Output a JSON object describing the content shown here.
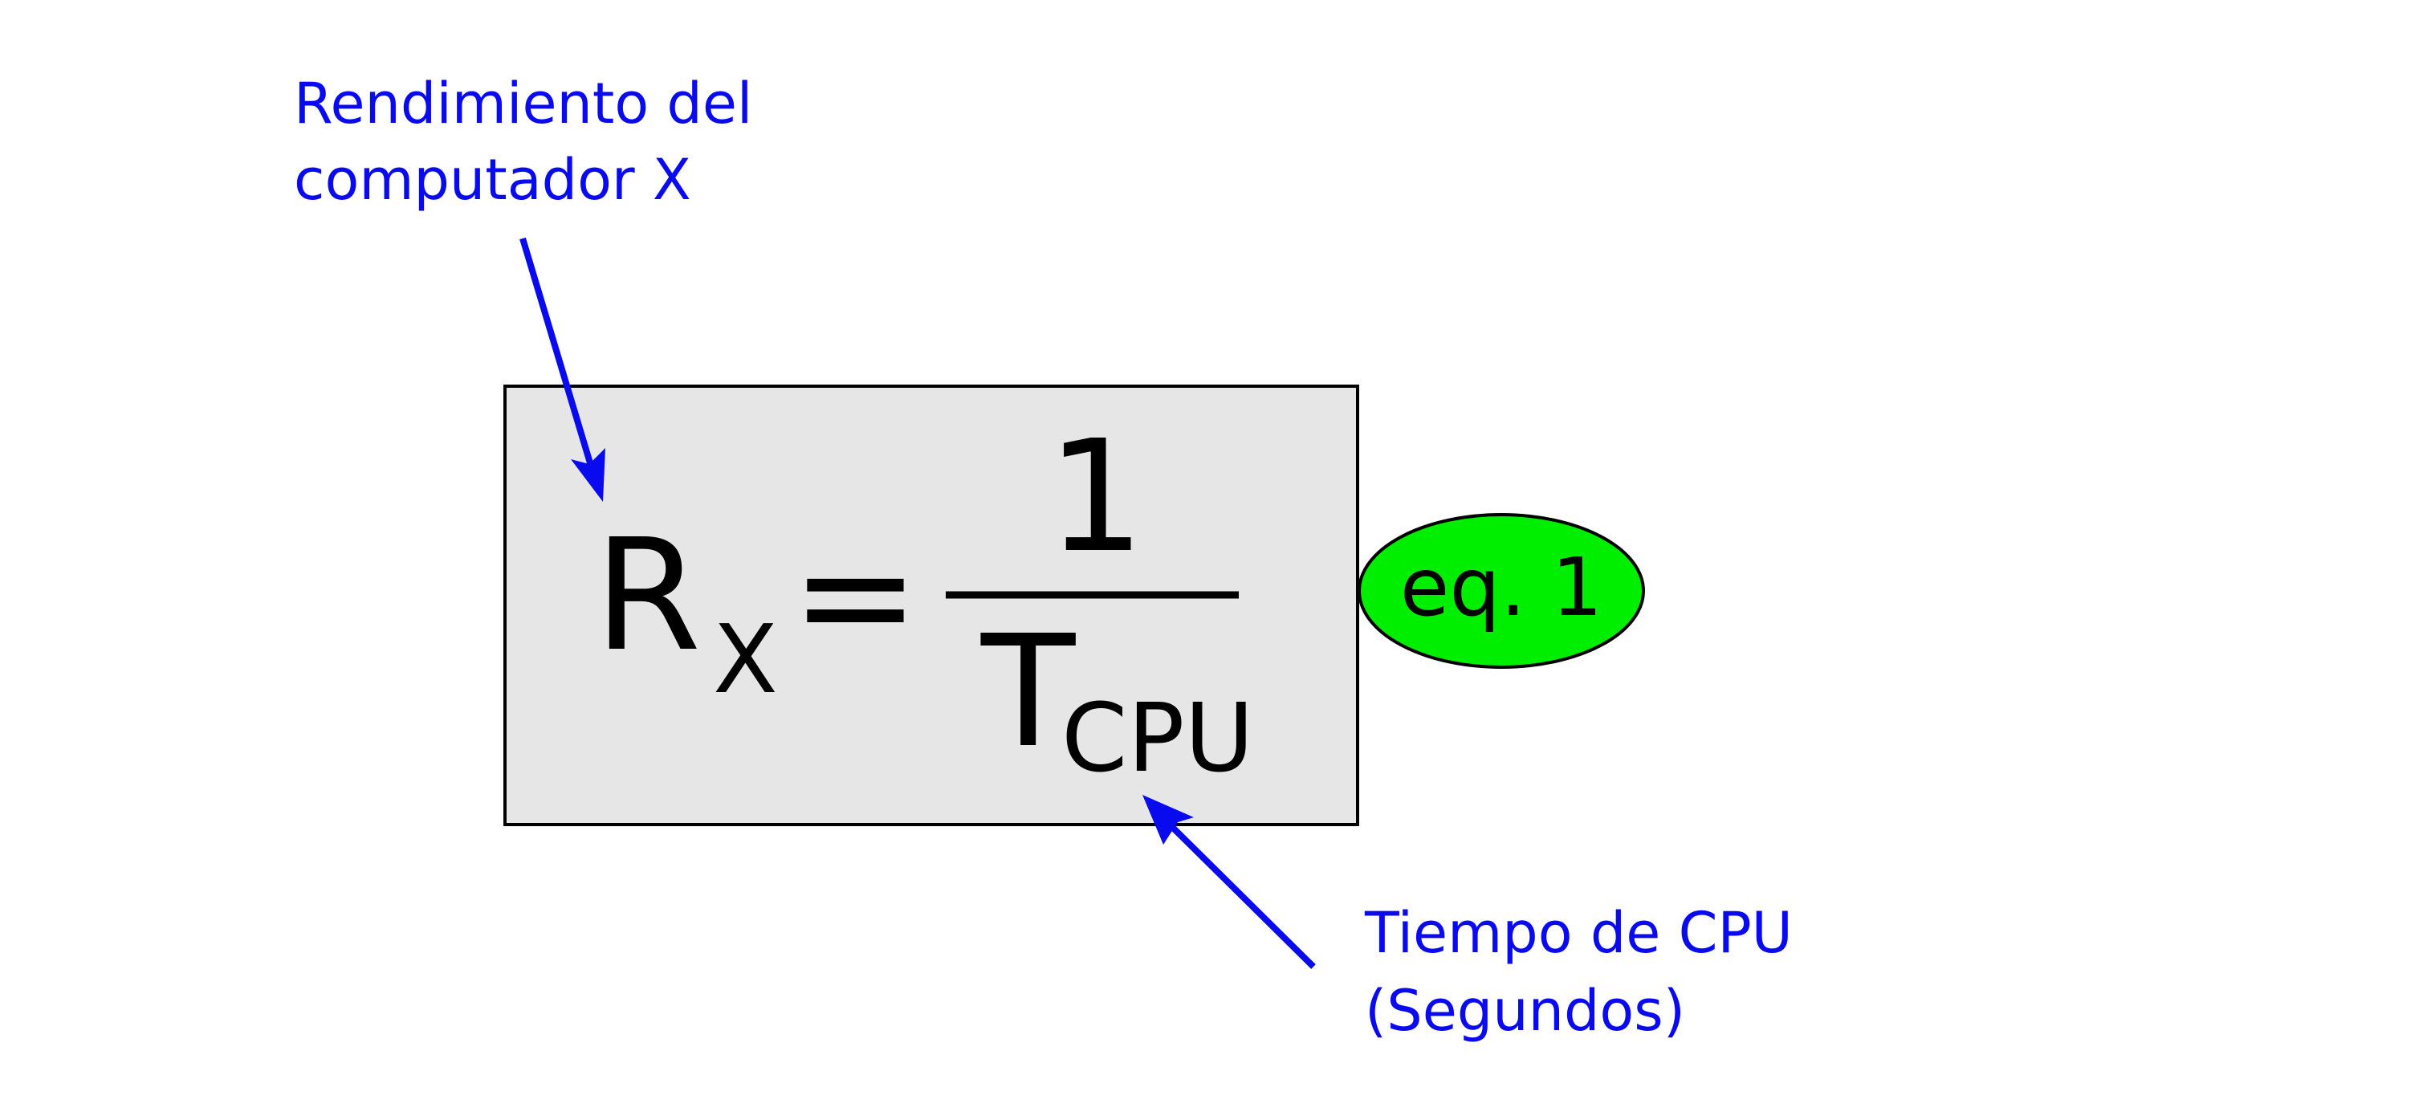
{
  "annotations": {
    "performance": {
      "line1": "Rendimiento del",
      "line2": "computador X"
    },
    "cpu_time": {
      "line1": "Tiempo de CPU",
      "line2": "(Segundos)"
    }
  },
  "equation": {
    "lhs_symbol": "R",
    "lhs_subscript": "X",
    "equals": "=",
    "numerator": "1",
    "denominator_symbol": "T",
    "denominator_subscript": "CPU"
  },
  "badge": {
    "label": "eq. 1"
  },
  "colors": {
    "annotation": "#0a0aee",
    "box_fill": "#e6e6e6",
    "badge_fill": "#00ee00",
    "text": "#000000"
  }
}
